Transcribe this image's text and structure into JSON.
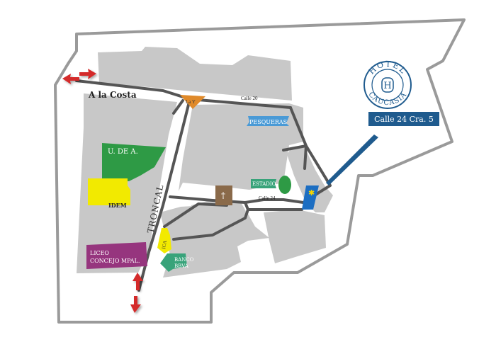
{
  "map": {
    "roads": {
      "a_la_costa": "A la Costa",
      "calle_20": "Calle 20",
      "la_y": "La Y",
      "troncal": "TRONCAL",
      "calle_24": "Calle 24"
    },
    "places": {
      "pesqueras": "PESQUERAS",
      "u_de_a": "U. DE A.",
      "idem": "IDEM",
      "estadio": "ESTADIO",
      "ica": "ICA",
      "liceo_line1": "LICEO",
      "liceo_line2": "CONCEJO MPAL.",
      "banco_line1": "BANCO",
      "banco_line2": "BBVA"
    },
    "hotel": {
      "name_top": "HOTEL",
      "name_bottom": "CAUCASIA",
      "monogram": "H",
      "address": "Calle 24 Cra. 5"
    },
    "church_symbol": "†",
    "colors": {
      "block": "#c8c8c8",
      "road": "#555555",
      "green": "#2e9a45",
      "yellow": "#f2ea00",
      "purple": "#96357e",
      "orange": "#e08a2a",
      "brown": "#8a6a4a",
      "teal_label": "#38a37a",
      "blue_label": "#4a9ad6",
      "hotel_blue": "#1f5b8e",
      "hotel_marker": "#1c6ec2",
      "arrow_red": "#d42a2a"
    }
  }
}
